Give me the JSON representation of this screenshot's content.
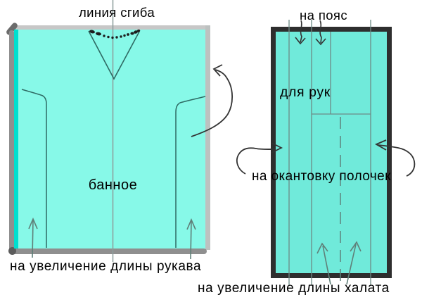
{
  "labels": {
    "left": {
      "fold_line": "линия сгиба",
      "fabric_name": "банное",
      "sleeve_length": "на увеличение длины рукава"
    },
    "right": {
      "belt": "на пояс",
      "hands": "для рук",
      "front_edging": "на окантовку полочек",
      "robe_length": "на увеличение длины халата"
    }
  },
  "colors": {
    "left_fabric_fill": "#87F9E8",
    "right_fabric_fill": "#70EADA",
    "selvage_teal": "#00DFCF",
    "ruler_gray": "#8F8F8F",
    "ruler_cap_gray": "#5C5C5C",
    "silver_border": "#C7C7C7",
    "right_box_border": "#2E2E2E",
    "seam_line": "#2F6B64",
    "grid_line": "#6E8B86",
    "annotation_arrow": "#333333",
    "text": "#000000",
    "background": "#FFFFFF"
  }
}
